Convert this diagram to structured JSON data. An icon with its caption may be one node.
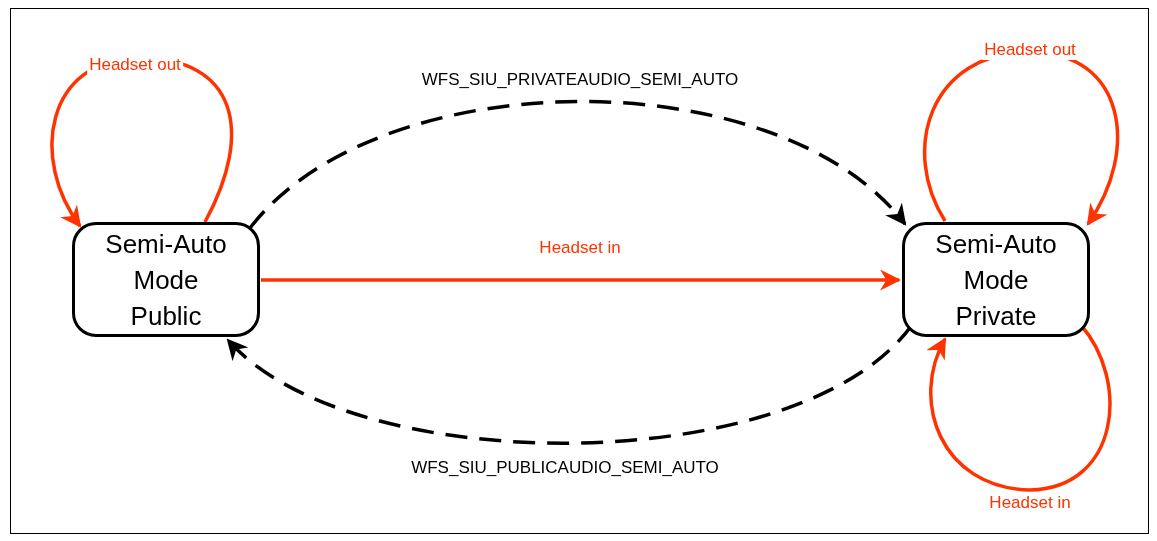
{
  "diagram": {
    "nodes": [
      {
        "text": [
          "Semi-Auto Mode Public"
        ]
      },
      {
        "text": [
          "Semi-Auto Mode Private"
        ]
      }
    ],
    "edges": [
      {
        "from": 0,
        "to": 0,
        "arrow": "to",
        "label": "Headset out"
      },
      {
        "from": 0,
        "to": 1,
        "arrow": "to",
        "label": "WFS_SIU_PRIVATEAUDIO_SEMI_AUTO",
        "style": "dashed",
        "color": "#000000"
      },
      {
        "from": 0,
        "to": 1,
        "arrow": "to",
        "label": "Headset in"
      },
      {
        "from": 1,
        "to": 0,
        "arrow": "to",
        "label": "WFS_SIU_PUBLICAUDIO_SEMI_AUTO",
        "style": "dashed",
        "color": "#000000"
      },
      {
        "from": 1,
        "to": 1,
        "arrow": "to",
        "label": "Headset out"
      },
      {
        "from": 1,
        "to": 1,
        "arrow": "to",
        "label": "Headset in"
      }
    ]
  }
}
